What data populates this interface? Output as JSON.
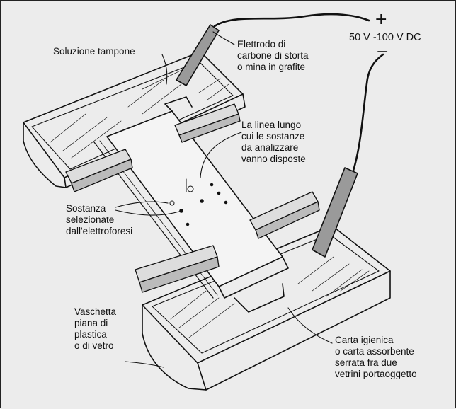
{
  "labels": {
    "buffer_solution": "Soluzione tampone",
    "electrode": "Elettrodo di\ncarbone di storta\no mina in grafite",
    "voltage": "50 V -100 V DC",
    "line": "La linea lungo\ncui le sostanze\nda analizzare\nvanno disposte",
    "substances": "Sostanza\nselezionate\ndall'elettroforesi",
    "tray": "Vaschetta\npiana di\nplastica\no di vetro",
    "paper": "Carta igienica\no carta assorbente\nserrata fra due\nvetrini portaoggetto"
  },
  "symbols": {
    "plus": "+",
    "minus": "−"
  },
  "colors": {
    "ink": "#111111",
    "background": "#ececec"
  }
}
